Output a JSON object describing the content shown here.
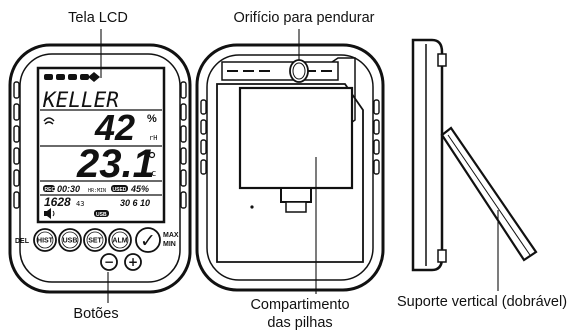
{
  "labels": {
    "lcd_screen": "Tela LCD",
    "hanging_hole": "Orifício para pendurar",
    "battery_compartment_line1": "Compartimento",
    "battery_compartment_line2": "das pilhas",
    "stand": "Suporte vertical (dobrável)",
    "buttons": "Botões"
  },
  "lcd": {
    "location_name": "KELLER",
    "humidity_value": "42",
    "humidity_unit_top": "%",
    "humidity_unit_bottom": "rH",
    "temperature_value": "23.1",
    "temperature_unit": "c",
    "rec_badge": "REC",
    "rec_time": "00:30",
    "rec_time_unit": "HR:MIN",
    "used_badge": "USED",
    "used_value": "45%",
    "counter_value": "1628",
    "counter_small": "43",
    "date_value": "30 6 10",
    "usb_badge": "USB"
  },
  "buttons": {
    "del": "DEL",
    "hist": "HIST",
    "usb": "USB",
    "set": "SET",
    "alm": "ALM",
    "check": "✓",
    "max": "MAX",
    "min": "MIN",
    "minus": "−",
    "plus": "+"
  }
}
